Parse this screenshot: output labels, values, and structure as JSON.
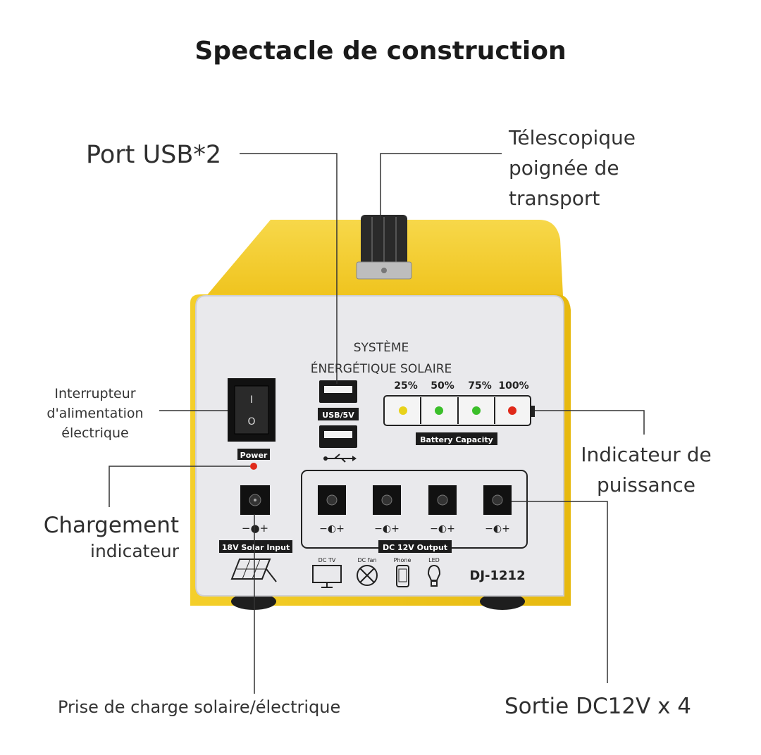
{
  "title": "Spectacle de construction",
  "labels": {
    "usb": "Port USB*2",
    "handle": [
      "Télescopique",
      "poignée de",
      "transport"
    ],
    "switch": [
      "Interrupteur",
      "d'alimentation",
      "électrique"
    ],
    "power_indicator": [
      "Indicateur de",
      "puissance"
    ],
    "charging": [
      "Chargement",
      "indicateur"
    ],
    "solar_jack": "Prise de charge solaire/électrique",
    "dc_output": "Sortie DC12V x 4"
  },
  "panel": {
    "system_name": [
      "SYSTÈME",
      "ÉNERGÉTIQUE SOLAIRE"
    ],
    "power_label": "Power",
    "usb_label": "USB/5V",
    "battery_levels": [
      "25%",
      "50%",
      "75%",
      "100%"
    ],
    "battery_label": "Battery Capacity",
    "solar_input_label": "18V Solar Input",
    "dc_output_label": "DC 12V Output",
    "device_labels": [
      "DC TV",
      "DC fan",
      "Phone",
      "LED"
    ],
    "model": "DJ-1212",
    "switch_on": "I",
    "switch_off": "O"
  },
  "colors": {
    "casing": "#f2c418",
    "panel": "#e9e9ec",
    "led_yellow": "#e8d21a",
    "led_green": "#3bbf2a",
    "led_red": "#e02a1a"
  }
}
